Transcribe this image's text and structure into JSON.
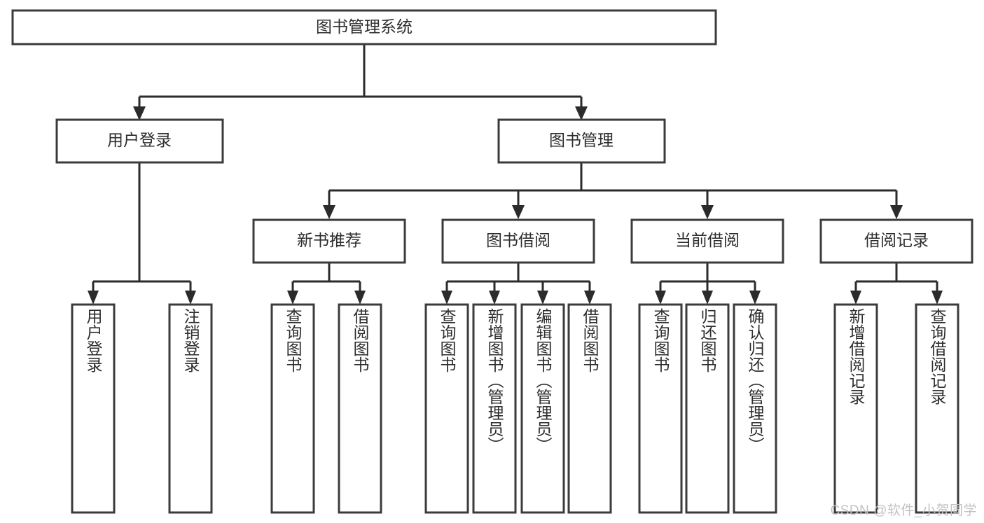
{
  "diagram": {
    "title": "图书管理系统",
    "type": "hierarchy-tree",
    "background_color": "#ffffff",
    "node_fill": "#ffffff",
    "node_stroke": "#3b3b3b",
    "connector_color": "#2b2b2b",
    "text_color": "#2e2e2e"
  },
  "nodes": {
    "root": {
      "label": "图书管理系统"
    },
    "level1": [
      {
        "label": "用户登录"
      },
      {
        "label": "图书管理"
      }
    ],
    "level2": [
      {
        "label": "新书推荐"
      },
      {
        "label": "图书借阅"
      },
      {
        "label": "当前借阅"
      },
      {
        "label": "借阅记录"
      }
    ],
    "leaves": {
      "user_login": [
        {
          "label": "用户登录"
        },
        {
          "label": "注销登录"
        }
      ],
      "new_book_recommend": [
        {
          "label": "查询图书"
        },
        {
          "label": "借阅图书"
        }
      ],
      "book_borrow": [
        {
          "label": "查询图书"
        },
        {
          "label": "新增图书（管理员）"
        },
        {
          "label": "编辑图书（管理员）"
        },
        {
          "label": "借阅图书"
        }
      ],
      "current_borrow": [
        {
          "label": "查询图书"
        },
        {
          "label": "归还图书"
        },
        {
          "label": "确认归还（管理员）"
        }
      ],
      "borrow_record": [
        {
          "label": "新增借阅记录"
        },
        {
          "label": "查询借阅记录"
        }
      ]
    }
  },
  "watermark": {
    "text": "CSDN @软件_小贺同学"
  }
}
